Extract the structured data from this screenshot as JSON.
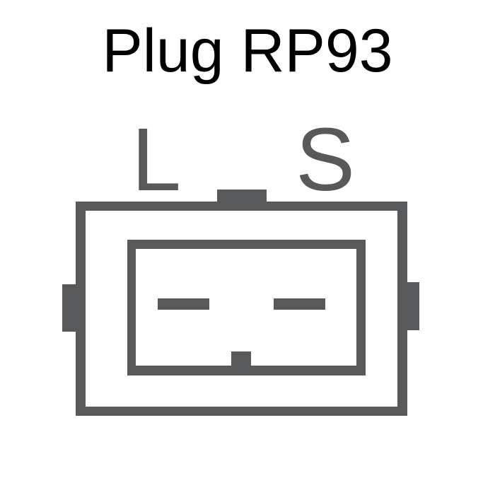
{
  "title": "Plug RP93",
  "labels": {
    "left_pin": "L",
    "right_pin": "S"
  },
  "colors": {
    "title": "#000000",
    "diagram": "#58595b",
    "background": "#ffffff"
  }
}
